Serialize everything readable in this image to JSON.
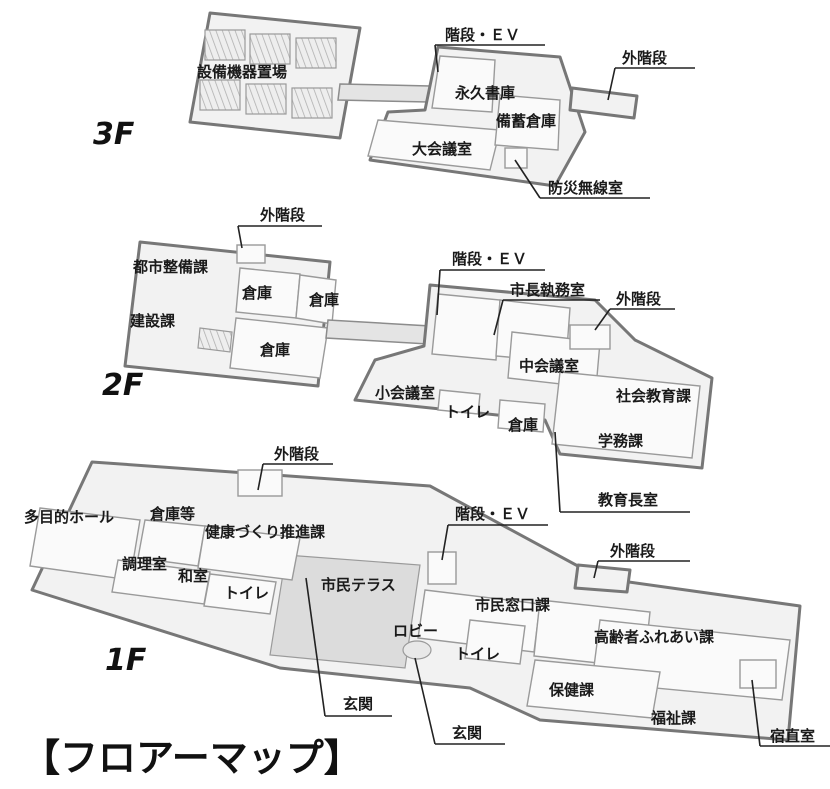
{
  "title": "【フロアーマップ】",
  "floors": {
    "f3": {
      "label": "3F",
      "rooms": {
        "equipment": "設備機器置場",
        "stairs_ev": "階段・ＥＶ",
        "outer_stairs": "外階段",
        "archives": "永久書庫",
        "storage": "備蓄倉庫",
        "main_hall": "大会議室",
        "disaster_radio": "防災無線室"
      }
    },
    "f2": {
      "label": "2F",
      "rooms": {
        "outer_stairs_left": "外階段",
        "urban_planning": "都市整備課",
        "warehouse1": "倉庫",
        "warehouse2": "倉庫",
        "construction": "建設課",
        "warehouse3": "倉庫",
        "stairs_ev": "階段・ＥＶ",
        "mayor_office": "市長執務室",
        "outer_stairs_right": "外階段",
        "mid_hall": "中会議室",
        "small_hall": "小会議室",
        "social_education": "社会教育課",
        "toilet": "トイレ",
        "warehouse4": "倉庫",
        "school_affairs": "学務課",
        "superintendent": "教育長室"
      }
    },
    "f1": {
      "label": "1F",
      "rooms": {
        "outer_stairs_top": "外階段",
        "multipurpose": "多目的ホール",
        "storage_etc": "倉庫等",
        "health_promo": "健康づくり推進課",
        "stairs_ev": "階段・ＥＶ",
        "outer_stairs_right": "外階段",
        "kitchen": "調理室",
        "japanese_room": "和室",
        "toilet_left": "トイレ",
        "citizen_terrace": "市民テラス",
        "citizen_counter": "市民窓口課",
        "lobby": "ロビー",
        "elderly": "高齢者ふれあい課",
        "toilet_right": "トイレ",
        "health": "保健課",
        "entrance1": "玄関",
        "welfare": "福祉課",
        "night_duty": "宿直室",
        "entrance2": "玄関"
      }
    }
  }
}
